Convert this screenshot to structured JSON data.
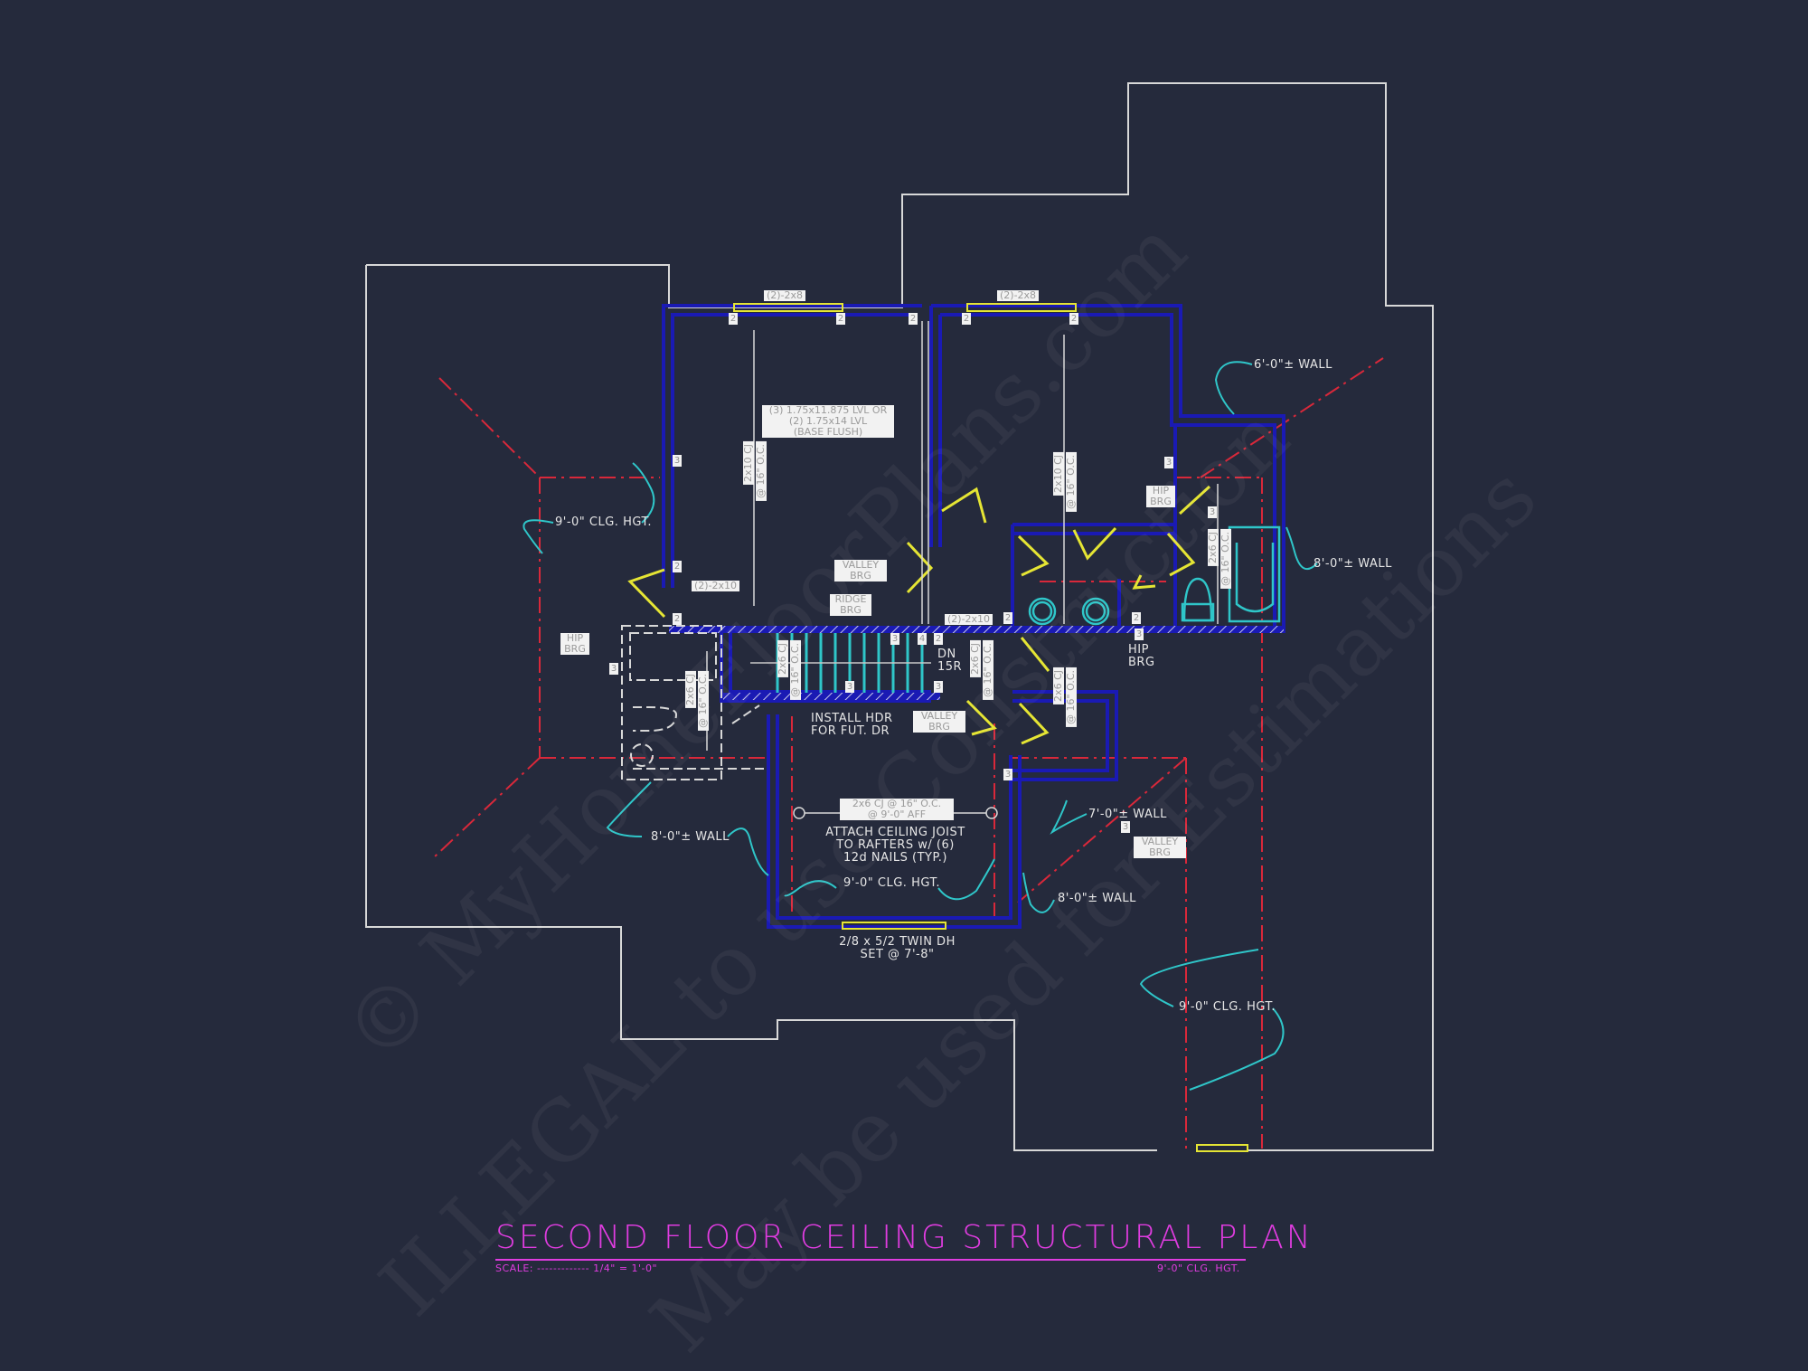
{
  "drawing": {
    "title": "SECOND FLOOR CEILING STRUCTURAL PLAN",
    "scale_label": "SCALE: ------------- 1/4\" = 1'-0\"",
    "ceiling_height_note": "9'-0\" CLG. HGT."
  },
  "colors": {
    "background": "#252a3c",
    "roof_outline": "#d8d8d8",
    "walls": "#1a1ab4",
    "headers_doors": "#e5e534",
    "fixtures_leaders": "#2fc6c9",
    "hip_valley_lines": "#d9283a",
    "title": "#e03ce0"
  },
  "watermarks": [
    "© MyHomeFloorPlans.com",
    "ILLEGAL to use Construction",
    "May be used for Estimations"
  ],
  "labels": {
    "header_2x8_left": "(2)-2x8",
    "header_2x8_right": "(2)-2x8",
    "lvl_beam_line1": "(3) 1.75x11.875 LVL OR",
    "lvl_beam_line2": "(2) 1.75x14 LVL",
    "lvl_beam_line3": "(BASE FLUSH)",
    "wall_6ft_ne": "6'-0\"± WALL",
    "wall_8ft_e": "8'-0\"± WALL",
    "clg_hgt_west": "9'-0\" CLG. HGT.",
    "header_2x10_west": "(2)-2x10",
    "header_2x10_center": "(2)-2x10",
    "hip_brg_west": "HIP BRG",
    "hip_brg_ne": "HIP BRG",
    "hip_brg_center_line1": "HIP",
    "hip_brg_center_line2": "BRG",
    "valley_brg_top": "VALLEY BRG",
    "ridge_brg": "RIDGE BRG",
    "valley_brg_stair": "VALLEY BRG",
    "valley_brg_east": "VALLEY BRG",
    "stair_dn": "DN",
    "stair_risers": "15R",
    "install_hdr_line1": "INSTALL HDR",
    "install_hdr_line2": "FOR FUT. DR",
    "cj_note_line1": "2x6 CJ @ 16\" O.C.",
    "cj_note_line2": "@ 9'-0\" AFF",
    "attach_line1": "ATTACH CEILING JOIST",
    "attach_line2": "TO RAFTERS w/ (6)",
    "attach_line3": "12d NAILS (TYP.)",
    "clg_hgt_center": "9'-0\" CLG. HGT.",
    "wall_8ft_sw": "8'-0\"± WALL",
    "wall_7ft_e": "7'-0\"± WALL",
    "wall_8ft_se": "8'-0\"± WALL",
    "window_line1": "2/8 x 5/2 TWIN DH",
    "window_line2": "SET @ 7'-8\"",
    "clg_hgt_se": "9'-0\" CLG. HGT."
  },
  "joist_tags": {
    "cj_2x10": "2x10 CJ",
    "cj_2x6": "2x6 CJ",
    "spacing": "@ 16\" O.C."
  },
  "bearing_numbers": [
    "2",
    "2",
    "2",
    "2",
    "2",
    "3",
    "3",
    "2",
    "2",
    "3",
    "3",
    "2",
    "3",
    "4",
    "2",
    "2",
    "3",
    "3",
    "3",
    "3",
    "3"
  ]
}
